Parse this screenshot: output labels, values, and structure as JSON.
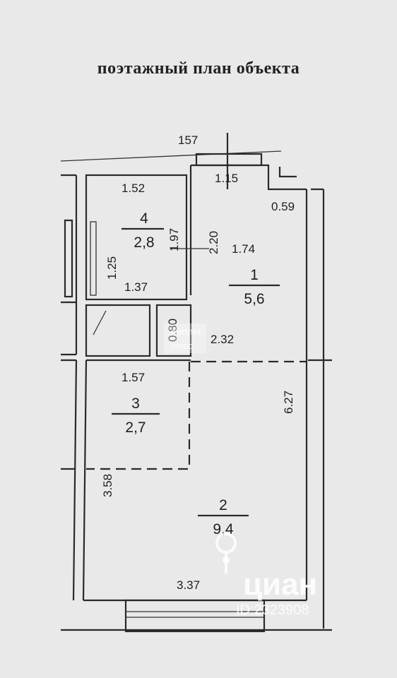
{
  "title": "поэтажный план объекта",
  "top_dimension": "157",
  "dimensions": {
    "d_115": "1.15",
    "d_059": "0.59",
    "d_152": "1.52",
    "d_197": "1.97",
    "d_220": "2.20",
    "d_174": "1.74",
    "d_125": "1.25",
    "d_137": "1.37",
    "d_080": "0.80",
    "d_232": "2.32",
    "d_157": "1.57",
    "d_627": "6.27",
    "d_358": "3.58",
    "d_337": "3.37"
  },
  "rooms": [
    {
      "number": "4",
      "area": "2,8"
    },
    {
      "number": "1",
      "area": "5,6"
    },
    {
      "number": "3",
      "area": "2,7"
    },
    {
      "number": "2",
      "area": "9,4"
    }
  ],
  "watermark": {
    "brand": "циан",
    "listing_id": "ID:2323908",
    "partner_line1": "амолет",
    "partner_line2": "плюс"
  },
  "colors": {
    "paper": "#e9e9ea",
    "ink": "#2a2a2a"
  }
}
